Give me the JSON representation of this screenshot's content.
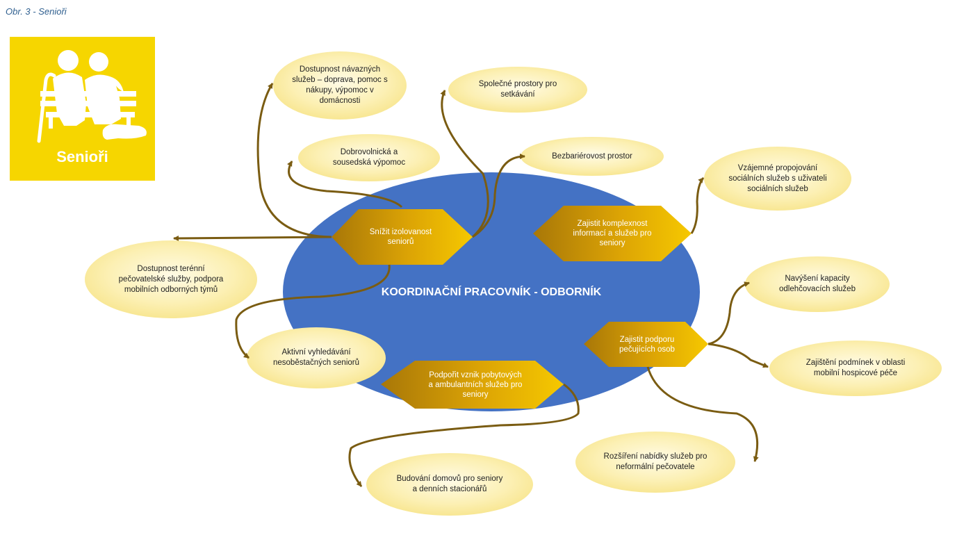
{
  "caption": "Obr.  3 - Senioři",
  "badge": {
    "label": "Senioři",
    "icon": "seniors-on-bench-icon",
    "color": "#f6d600"
  },
  "center": {
    "label": "KOORDINAČNÍ PRACOVNÍK - ODBORNÍK",
    "color": "#4472c4"
  },
  "hubs": [
    {
      "id": "izolovanost",
      "label": "Snížit izolovanost\nseniorů"
    },
    {
      "id": "komplexnost",
      "label": "Zajistit komplexnost\ninformací a služeb pro\nseniory"
    },
    {
      "id": "pecujici",
      "label": "Zajistit podporu\npečujících osob"
    },
    {
      "id": "pobytove",
      "label": "Podpořit vznik pobytových\na ambulantních služeb pro\nseniory"
    }
  ],
  "bubbles": [
    {
      "id": "navazne",
      "label": "Dostupnost návazných\nslužeb – doprava, pomoc s\nnákupy, výpomoc v\ndomácnosti"
    },
    {
      "id": "prostory",
      "label": "Společné prostory pro\nsetkávání"
    },
    {
      "id": "dobrovolnicka",
      "label": "Dobrovolnická a\nsousedská výpomoc"
    },
    {
      "id": "bezbarierovost",
      "label": "Bezbariérovost prostor"
    },
    {
      "id": "propojovani",
      "label": "Vzájemné propojování\nsociálních služeb s uživateli\nsociálních služeb"
    },
    {
      "id": "terenni",
      "label": "Dostupnost terénní\npečovatelské služby, podpora\nmobilních odborných týmů"
    },
    {
      "id": "odlehcovaci",
      "label": "Navýšení kapacity\nodlehčovacích služeb"
    },
    {
      "id": "vyhledavani",
      "label": "Aktivní vyhledávání\nnesoběstačných seniorů"
    },
    {
      "id": "hospicove",
      "label": "Zajištění podmínek v oblasti\nmobilní hospicové péče"
    },
    {
      "id": "neformalni",
      "label": "Rozšíření nabídky služeb pro\nneformální pečovatele"
    },
    {
      "id": "domovy",
      "label": "Budování domovů pro seniory\na denních stacionářů"
    }
  ],
  "colors": {
    "connector": "#7a5c12",
    "bubble": "#fbeea2",
    "hex_dark": "#b8860b",
    "hex_light": "#f3c300"
  }
}
